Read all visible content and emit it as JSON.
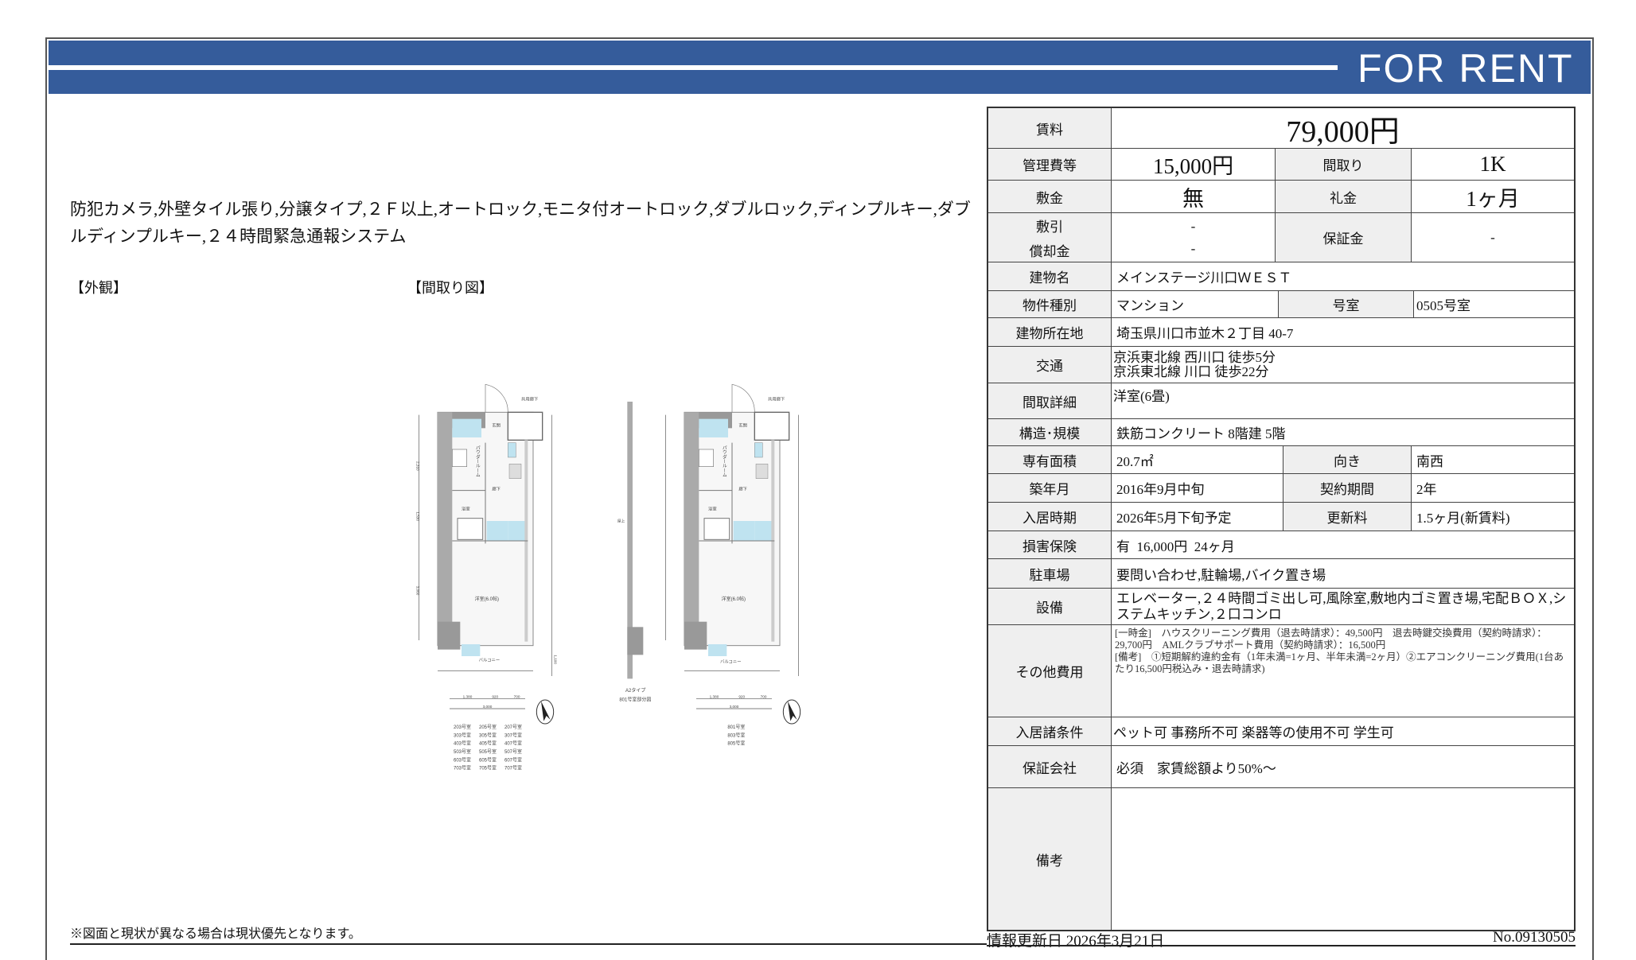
{
  "header": {
    "title": "FOR RENT",
    "band_color": "#355c9b"
  },
  "description": "防犯カメラ,外壁タイル張り,分譲タイプ,２Ｆ以上,オートロック,モニタ付オートロック,ダブルロック,ディンプルキー,ダブルディンプルキー,２４時間緊急通報システム",
  "sections": {
    "exterior": "【外観】",
    "floorplan": "【間取り図】"
  },
  "floorplan": {
    "corridor": "共用廊下",
    "entrance": "玄関",
    "hall": "廊下",
    "powder_room": "パウダールーム",
    "bath": "浴室",
    "room": "洋室(6.0帖)",
    "balcony": "バルコニー",
    "roof": "屋上",
    "dims_top": [
      "1,380",
      "920",
      "700"
    ],
    "dim_total": "3,000",
    "dims_side": [
      "2,310",
      "1,530",
      "3,060",
      "1,100"
    ],
    "partial_type": "A2タイプ",
    "partial_caption": "801号室部分図",
    "rooms_left": [
      "203号室",
      "205号室",
      "207号室",
      "303号室",
      "305号室",
      "307号室",
      "403号室",
      "405号室",
      "407号室",
      "503号室",
      "505号室",
      "507号室",
      "603号室",
      "605号室",
      "607号室",
      "703号室",
      "705号室",
      "707号室"
    ],
    "rooms_right": [
      "801号室",
      "803号室",
      "805号室"
    ]
  },
  "note": "※図面と現状が異なる場合は現状優先となります。",
  "table": {
    "rent_label": "賃料",
    "rent": "79,000円",
    "mgmt_label": "管理費等",
    "mgmt": "15,000円",
    "layout_label": "間取り",
    "layout": "1K",
    "deposit_label": "敷金",
    "deposit": "無",
    "key_money_label": "礼金",
    "key_money": "1ヶ月",
    "shikibiki_label": "敷引",
    "shikibiki": "-",
    "shokyaku_label": "償却金",
    "shokyaku": "-",
    "guarantee_label": "保証金",
    "guarantee": "-",
    "building_label": "建物名",
    "building": "メインステージ川口ＷＥＳＴ",
    "type_label": "物件種別",
    "type": "マンション",
    "room_no_label": "号室",
    "room_no": "0505号室",
    "address_label": "建物所在地",
    "address": "埼玉県川口市並木２丁目 40-7",
    "access_label": "交通",
    "access": [
      "京浜東北線 西川口 徒歩5分",
      "京浜東北線 川口 徒歩22分"
    ],
    "layout_detail_label": "間取詳細",
    "layout_detail": "洋室(6畳)",
    "structure_label": "構造･規模",
    "structure": "鉄筋コンクリート 8階建 5階",
    "area_label": "専有面積",
    "area": "20.7㎡",
    "direction_label": "向き",
    "direction": "南西",
    "built_label": "築年月",
    "built": "2016年9月中旬",
    "contract_label": "契約期間",
    "contract": "2年",
    "move_in_label": "入居時期",
    "move_in": "2026年5月下旬予定",
    "renewal_label": "更新料",
    "renewal": "1.5ヶ月(新賃料)",
    "insurance_label": "損害保険",
    "insurance": "有  16,000円  24ヶ月",
    "parking_label": "駐車場",
    "parking": "要問い合わせ,駐輪場,バイク置き場",
    "facilities_label": "設備",
    "facilities": "エレベーター,２４時間ゴミ出し可,風除室,敷地内ゴミ置き場,宅配ＢＯＸ,システムキッチン,２口コンロ",
    "other_fees_label": "その他費用",
    "other_fees": "[一時金]　ハウスクリーニング費用（退去時請求）：49,500円　退去時鍵交換費用（契約時請求）：29,700円　AMLクラブサポート費用（契約時請求）：16,500円\n[備考]　①短期解約違約金有（1年未満=1ヶ月、半年未満=2ヶ月）②エアコンクリーニング費用(1台あたり16,500円税込み・退去時請求)",
    "conditions_label": "入居諸条件",
    "conditions": "ペット可 事務所不可 楽器等の使用不可 学生可",
    "guarantor_label": "保証会社",
    "guarantor": "必須　家賃総額より50%～",
    "remarks_label": "備考",
    "remarks": ""
  },
  "footer": {
    "updated": "情報更新日 2026年3月21日",
    "number": "No.09130505"
  }
}
